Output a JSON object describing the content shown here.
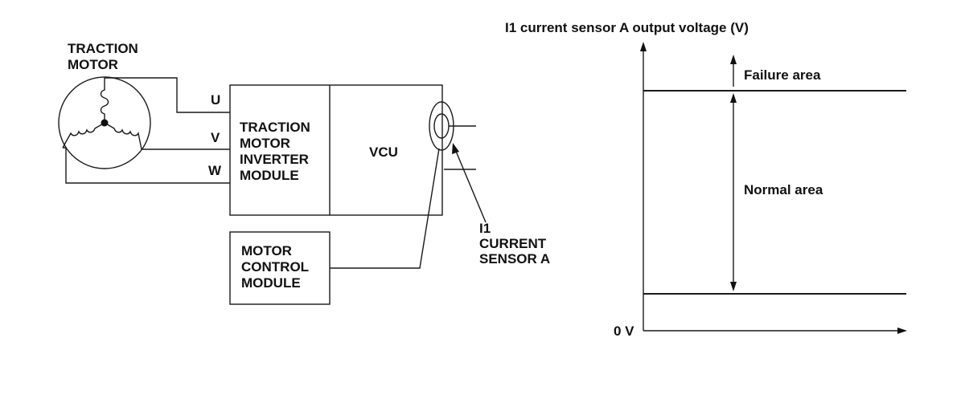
{
  "circuit": {
    "motor_label": [
      "TRACTION",
      "MOTOR"
    ],
    "phase_u": "U",
    "phase_v": "V",
    "phase_w": "W",
    "inverter_label": [
      "TRACTION",
      "MOTOR",
      "INVERTER",
      "MODULE"
    ],
    "vcu_label": "VCU",
    "mcm_label": [
      "MOTOR",
      "CONTROL",
      "MODULE"
    ],
    "sensor_label": [
      "I1",
      "CURRENT",
      "SENSOR A"
    ]
  },
  "graph": {
    "title": "I1 current sensor A output voltage (V)",
    "origin_label": "0 V",
    "failure_label": "Failure area",
    "normal_label": "Normal area"
  },
  "colors": {
    "ink": "#1a1a1a",
    "background": "#ffffff"
  }
}
